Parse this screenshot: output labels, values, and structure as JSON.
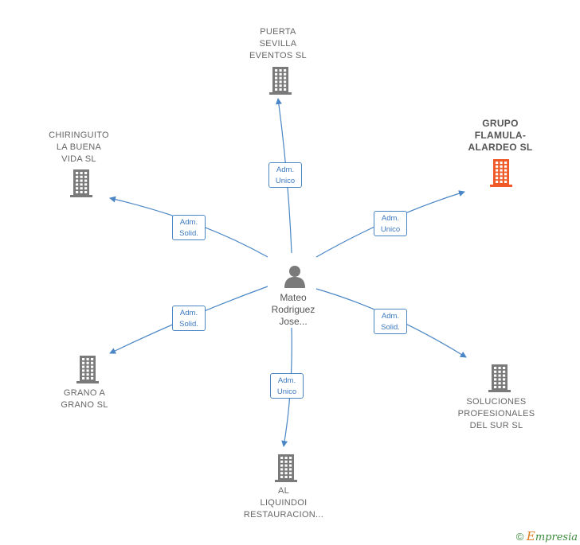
{
  "center": {
    "name": "Mateo\nRodriguez\nJose..."
  },
  "companies": [
    {
      "id": "puerta",
      "name": "PUERTA\nSEVILLA\nEVENTOS  SL",
      "highlight": false
    },
    {
      "id": "grupo",
      "name": "GRUPO\nFLAMULA-\nALARDEO  SL",
      "highlight": true
    },
    {
      "id": "chiringuito",
      "name": "CHIRINGUITO\nLA BUENA\nVIDA  SL",
      "highlight": false
    },
    {
      "id": "grano",
      "name": "GRANO A\nGRANO  SL",
      "highlight": false
    },
    {
      "id": "soluciones",
      "name": "SOLUCIONES\nPROFESIONALES\nDEL SUR  SL",
      "highlight": false
    },
    {
      "id": "al",
      "name": "AL\nLIQUINDOI\nRESTAURACION...",
      "highlight": false
    }
  ],
  "relations": [
    {
      "target": "puerta",
      "label": "Adm.\nUnico"
    },
    {
      "target": "grupo",
      "label": "Adm.\nUnico"
    },
    {
      "target": "chiringuito",
      "label": "Adm.\nSolid."
    },
    {
      "target": "grano",
      "label": "Adm.\nSolid."
    },
    {
      "target": "soluciones",
      "label": "Adm.\nSolid."
    },
    {
      "target": "al",
      "label": "Adm.\nUnico"
    }
  ],
  "colors": {
    "edge": "#4a86c5",
    "building": "#7a7a7a",
    "building_highlight": "#f05a28",
    "person": "#7a7a7a"
  },
  "footer": {
    "copyright": "©",
    "brand_initial": "E",
    "brand_rest": "mpresia"
  }
}
